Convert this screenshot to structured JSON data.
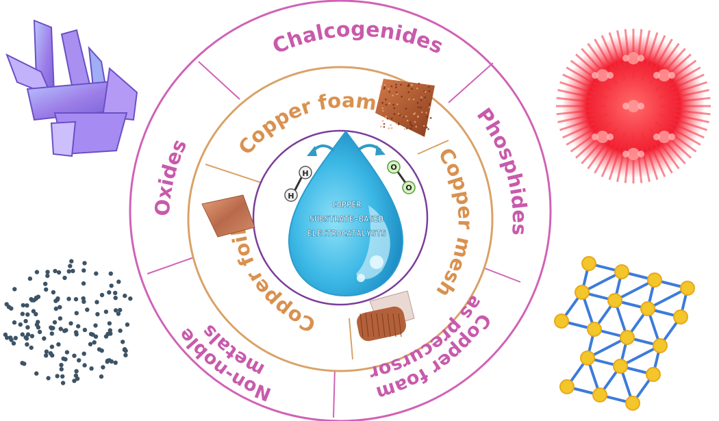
{
  "outer_ring": {
    "segments": [
      {
        "label": "Chalcogenides"
      },
      {
        "label": "Phosphides"
      },
      {
        "label": "Copper foam as precursor",
        "lines": [
          "Copper foam",
          "as precursor"
        ]
      },
      {
        "label": "Non-noble metals",
        "lines": [
          "Non-noble",
          "metals"
        ]
      },
      {
        "label": "Oxides"
      }
    ]
  },
  "inner_ring": {
    "segments": [
      {
        "label": "Copper foam"
      },
      {
        "label": "Copper mesh"
      },
      {
        "label": "Copper foil"
      }
    ]
  },
  "center": {
    "lines": [
      "COPPER",
      "SUBSTRATE-BASED",
      "ELECTROCATALYSTS"
    ],
    "h2_atoms": [
      "H",
      "H"
    ],
    "o2_atoms": [
      "O",
      "O"
    ]
  },
  "decorations": [
    "crystal-cluster-icon",
    "red-flower-pattern-icon",
    "dot-scatter-icon",
    "lattice-network-icon"
  ],
  "colors": {
    "outer_ring": "#d062b6",
    "outer_text": "#c85aab",
    "inner_ring": "#d9a267",
    "inner_text": "#d9914f",
    "core_ring": "#7a3d99",
    "drop": "#39b4e2",
    "arrow": "#2f9cc6",
    "lattice_node": "#f3c62b",
    "lattice_edge": "#3d7bd9",
    "dots": "#3d5366"
  }
}
